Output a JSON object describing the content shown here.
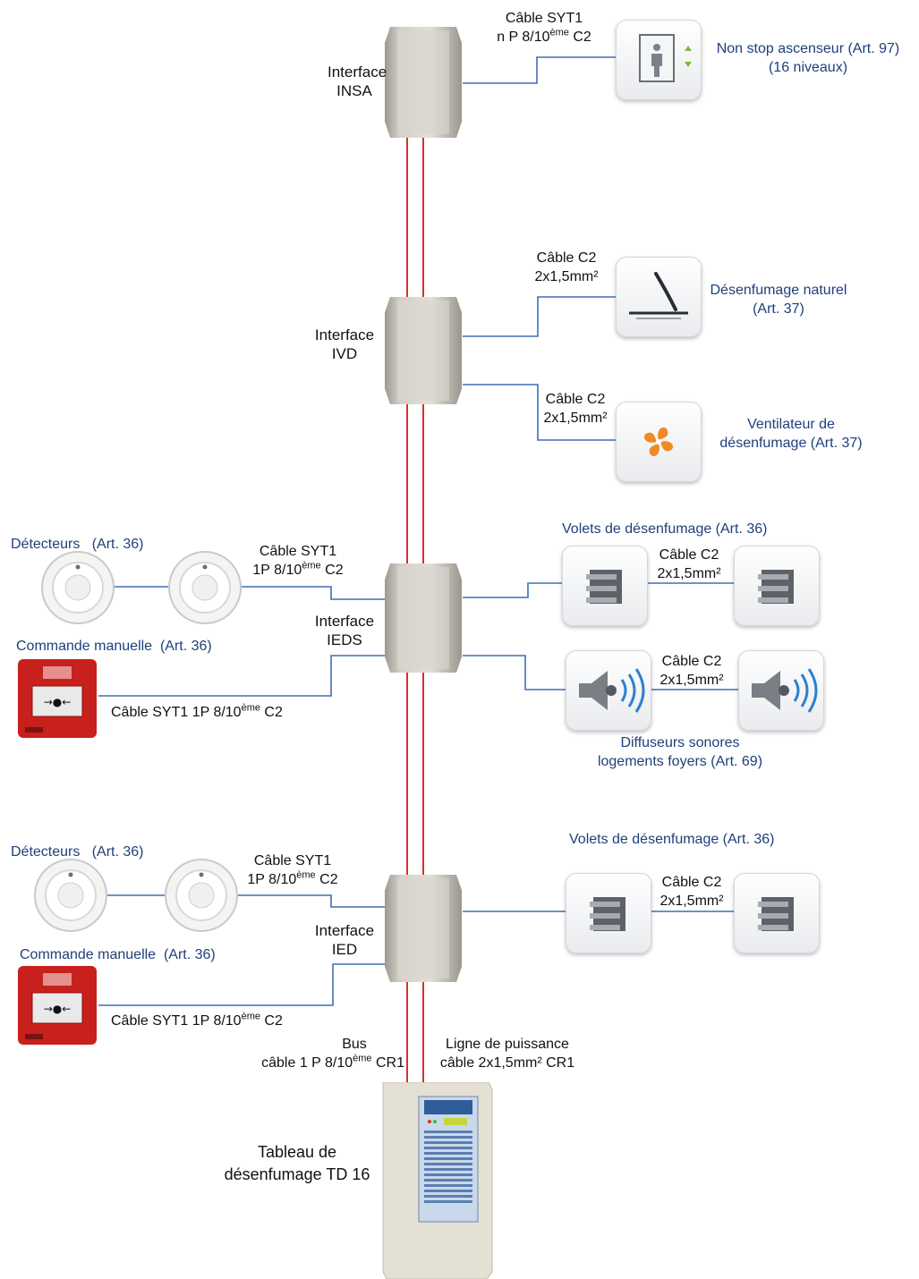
{
  "colors": {
    "bus_line": "#d9302c",
    "cable_line": "#3d6fb5",
    "device_text": "#1f3f7a",
    "label_text": "#111111",
    "callpoint": "#c8201c",
    "fan": "#f08a24"
  },
  "interfaces": {
    "insa": {
      "line1": "Interface",
      "line2": "INSA"
    },
    "ivd": {
      "line1": "Interface",
      "line2": "IVD"
    },
    "ieds": {
      "line1": "Interface",
      "line2": "IEDS"
    },
    "ied": {
      "line1": "Interface",
      "line2": "IED"
    }
  },
  "insa_cable": {
    "line1": "Câble SYT1",
    "line2_pre": "n P 8/10",
    "line2_sup": "ème",
    "line2_post": " C2"
  },
  "elevator": {
    "line1": "Non stop ascenseur (Art. 97)",
    "line2": "(16 niveaux)",
    "icon": "elevator-person-icon"
  },
  "ivd_cable_1": {
    "line1": "Câble C2",
    "line2": "2x1,5mm²"
  },
  "ivd_cable_2": {
    "line1": "Câble C2",
    "line2": "2x1,5mm²"
  },
  "natural_smoke": {
    "line1": "Désenfumage naturel",
    "line2": "(Art. 37)",
    "icon": "smoke-hatch-icon"
  },
  "fan": {
    "line1": "Ventilateur de",
    "line2": "désenfumage (Art. 37)",
    "icon": "fan-icon"
  },
  "ieds": {
    "detectors_label": "Détecteurs   (Art. 36)",
    "detector_cable": {
      "line1": "Câble SYT1",
      "line2_pre": "1P 8/10",
      "line2_sup": "ème",
      "line2_post": " C2"
    },
    "manual_label": "Commande manuelle  (Art. 36)",
    "manual_cable": {
      "pre": "Câble SYT1 1P 8/10",
      "sup": "ème",
      "post": " C2"
    },
    "volets_label": "Volets de désenfumage (Art. 36)",
    "volets_cable": {
      "line1": "Câble C2",
      "line2": "2x1,5mm²"
    },
    "sound_cable": {
      "line1": "Câble C2",
      "line2": "2x1,5mm²"
    },
    "sound_label_1": "Diffuseurs sonores",
    "sound_label_2": "logements foyers (Art. 69)"
  },
  "ied": {
    "detectors_label": "Détecteurs   (Art. 36)",
    "detector_cable": {
      "line1": "Câble SYT1",
      "line2_pre": "1P 8/10",
      "line2_sup": "ème",
      "line2_post": " C2"
    },
    "manual_label": "Commande manuelle  (Art. 36)",
    "manual_cable": {
      "pre": "Câble SYT1 1P 8/10",
      "sup": "ème",
      "post": " C2"
    },
    "volets_label": "Volets de désenfumage (Art. 36)",
    "volets_cable": {
      "line1": "Câble C2",
      "line2": "2x1,5mm²"
    }
  },
  "bus": {
    "line1": "Bus",
    "line2_pre": "câble 1 P 8/10",
    "line2_sup": "ème",
    "line2_post": " CR1"
  },
  "power": {
    "line1": "Ligne de puissance",
    "line2": "câble 2x1,5mm² CR1"
  },
  "panel": {
    "line1": "Tableau de",
    "line2": "désenfumage TD 16"
  }
}
